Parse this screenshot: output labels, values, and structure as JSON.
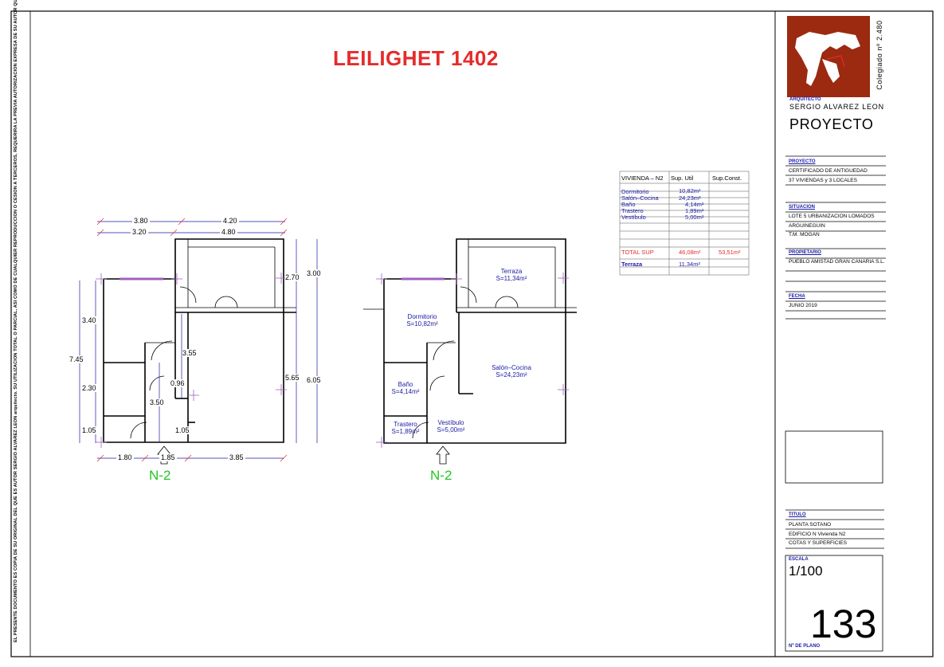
{
  "sheet_title": "LEILIGHET 1402",
  "side_note": "EL PRESENTE DOCUMENTO ES COPIA DE SU ORIGINAL DEL QUE ES AUTOR SERGIO ALVAREZ LEON arquitecto. SU UTILIZACION TOTAL O PARCIAL, ASI COMO DE CUALQUIER REPRODUCCION O CESION A TERCEROS, REQUERIRA LA PREVIA AUTORIZACION EXPRESA DE SU AUTOR QUEDANDO EN TODO CASO PROHIBIDA CUALQUIER MODIFICACION UNILATERAL DEL MISMO.",
  "architect": {
    "colegiado": "Colegiado nº 2.480",
    "role": "ARQUITECTO",
    "name": "SERGIO ALVAREZ LEON",
    "stage": "PROYECTO"
  },
  "title_block": {
    "proyecto_label": "PROYECTO",
    "proyecto_lines": [
      "CERTIFICADO DE ANTIGUEDAD",
      "37 VIVIENDAS y 3 LOCALES"
    ],
    "situacion_label": "SITUACION",
    "situacion_lines": [
      "LOTE 5 URBANIZACION LOMADOS",
      "ARGUINEGUIN",
      "T.M. MOGAN"
    ],
    "propietario_label": "PROPIETARIO",
    "propietario_lines": [
      "PUEBLO AMISTAD GRAN CANARIA S.L."
    ],
    "fecha_label": "FECHA",
    "fecha_value": "JUNIO 2019",
    "titulo_label": "TITULO",
    "titulo_lines": [
      "PLANTA SOTANO",
      "EDIFICIO N Vivienda N2",
      "COTAS Y SUPERFICIES"
    ],
    "escala_label": "ESCALA",
    "escala_value": "1/100",
    "plano_number": "133",
    "plano_label": "Nº DE PLANO"
  },
  "area_table": {
    "headers": [
      "VIVIENDA – N2",
      "Sup. Util",
      "Sup.Const."
    ],
    "rows": [
      {
        "name": "Dormitorio",
        "util": "10,82m²"
      },
      {
        "name": "Salón–Cocina",
        "util": "24,23m²"
      },
      {
        "name": "Baño",
        "util": "4,14m²"
      },
      {
        "name": "Trastero",
        "util": "1,89m²"
      },
      {
        "name": "Vestíbulo",
        "util": "5,00m²"
      }
    ],
    "total_label": "TOTAL SUP",
    "total_util": "46,08m²",
    "total_const": "53,51m²",
    "terrace_label": "Terraza",
    "terrace_util": "11,34m²"
  },
  "plan_dims": {
    "top_outer": [
      "3.80",
      "4.20"
    ],
    "top_inner": [
      "3.20",
      "4.80"
    ],
    "bottom": [
      "1.80",
      "1.85",
      "3.85"
    ],
    "left_total": "7.45",
    "left_parts": [
      "3.40",
      "2.30",
      "1.05"
    ],
    "right_parts": [
      "2.70",
      "5.65"
    ],
    "right_outer": [
      "3.00",
      "6.05"
    ],
    "inner": [
      "3.55",
      "0.96",
      "3.50",
      "1.05"
    ],
    "entrance_label": "N-2"
  },
  "plan_rooms": [
    {
      "name": "Terraza",
      "area": "S=11,34m²"
    },
    {
      "name": "Dormitorio",
      "area": "S=10,82m²"
    },
    {
      "name": "Salón–Cocina",
      "area": "S=24,23m²"
    },
    {
      "name": "Baño",
      "area": "S=4,14m²"
    },
    {
      "name": "Trastero",
      "area": "S=1,89m²"
    },
    {
      "name": "Vestíbulo",
      "area": "S=5,00m²"
    }
  ],
  "colors": {
    "title": "#e52b2b",
    "dimensions": "#1a1aa8",
    "entrance": "#22c422",
    "logo_bg": "#9b2a10",
    "labels": "#1a1aa8"
  }
}
